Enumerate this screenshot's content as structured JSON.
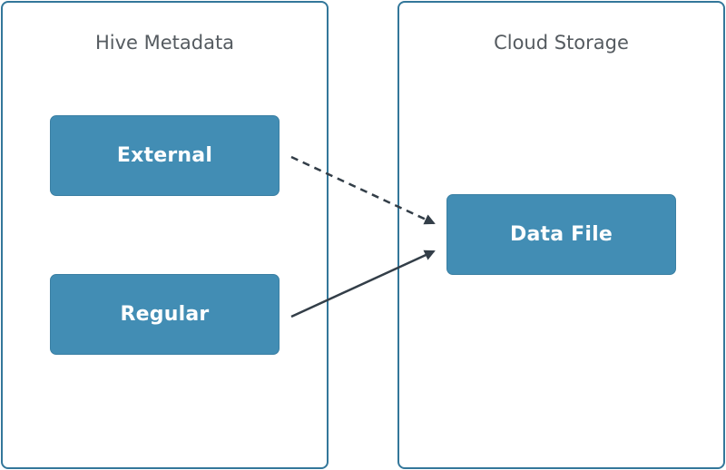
{
  "diagram": {
    "left_panel": {
      "title": "Hive Metadata"
    },
    "right_panel": {
      "title": "Cloud Storage"
    },
    "nodes": {
      "external": "External",
      "regular": "Regular",
      "data_file": "Data File"
    },
    "edges": [
      {
        "from": "External",
        "to": "Data File",
        "style": "dashed"
      },
      {
        "from": "Regular",
        "to": "Data File",
        "style": "solid"
      }
    ]
  },
  "colors": {
    "panel_border": "#33779a",
    "node_fill": "#428db4",
    "node_text": "#ffffff",
    "title_text": "#555b60",
    "arrow": "#333e48"
  }
}
